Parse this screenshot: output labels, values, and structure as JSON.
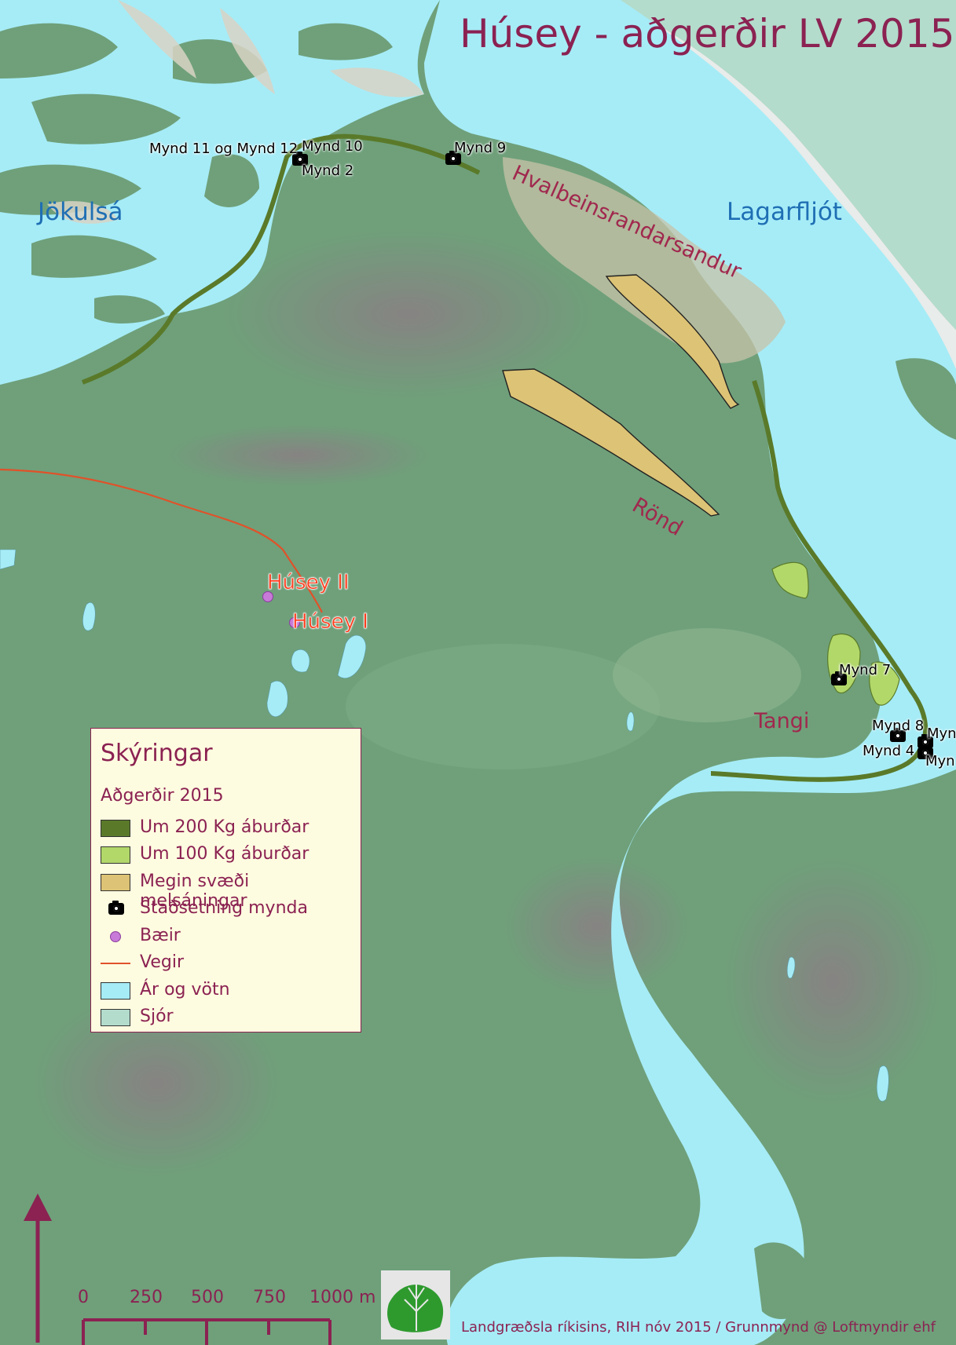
{
  "title": "Húsey - aðgerðir LV 2015",
  "water_labels": {
    "jokulsa": "Jökulsá",
    "lagarfljot": "Lagarfljót"
  },
  "place_labels": {
    "hvalbeinsrandarsandur": "Hvalbeinsrandarsandur",
    "rond": "Rönd",
    "tangi": "Tangi"
  },
  "farm_labels": {
    "husey2": "Húsey II",
    "husey1": "Húsey I"
  },
  "photo_labels": {
    "mynd11_12": "Mynd 11 og Mynd 12",
    "mynd10": "Mynd 10",
    "mynd2": "Mynd 2",
    "mynd9": "Mynd 9",
    "mynd7": "Mynd 7",
    "mynd8": "Mynd 8",
    "mynd4": "Mynd 4",
    "mynd_right_top": "Myn",
    "mynd_right_bottom": "Myn"
  },
  "legend": {
    "title": "Skýringar",
    "subtitle": "Aðgerðir 2015",
    "items": [
      {
        "label": "Um 200 Kg áburðar",
        "color": "#5a7a2a",
        "kind": "fill"
      },
      {
        "label": "Um 100 Kg áburðar",
        "color": "#b2d86a",
        "kind": "fill"
      },
      {
        "label": "Megin svæði melsáningar",
        "color": "#dcc375",
        "kind": "fill"
      },
      {
        "label": "Staðsetning mynda",
        "icon": "camera-icon",
        "kind": "camera"
      },
      {
        "label": "Bæir",
        "color": "#c77ad8",
        "kind": "dot"
      },
      {
        "label": "Vegir",
        "color": "#e0522a",
        "kind": "line"
      },
      {
        "label": "Ár og vötn",
        "color": "#a6ecf7",
        "kind": "fill"
      },
      {
        "label": "Sjór",
        "color": "#b3dccc",
        "kind": "fill"
      }
    ]
  },
  "scale_bar": {
    "ticks": [
      "0",
      "250",
      "500",
      "750",
      "1000 m"
    ]
  },
  "north_arrow": {
    "icon": "north-arrow-icon"
  },
  "logo": {
    "icon": "landgraedsla-logo-icon"
  },
  "credit": "Landgræðsla ríkisins, RIH nóv 2015 / Grunnmynd @ Loftmyndir ehf",
  "colors": {
    "land": "#6fa07a",
    "water": "#a6ecf7",
    "sea": "#b3dccc",
    "accent": "#8b2252"
  }
}
